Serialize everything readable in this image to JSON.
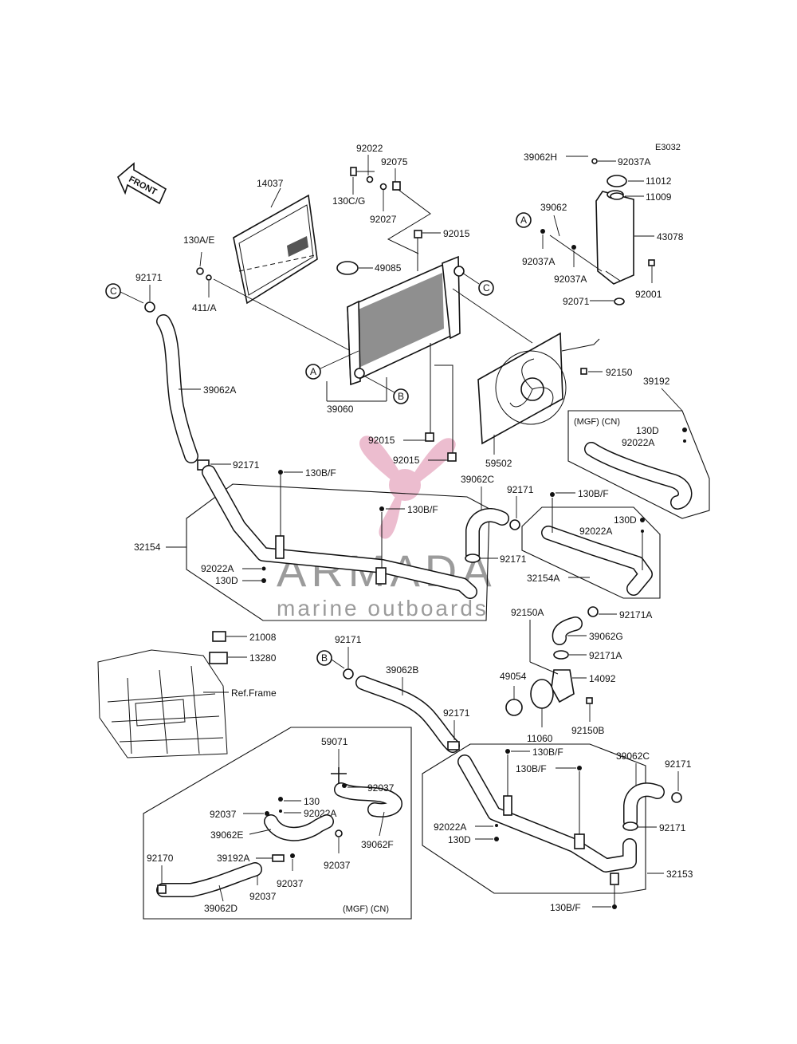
{
  "diagram_code": "E3032",
  "front_label": "FRONT",
  "ref_frame_label": "Ref.Frame",
  "variant_box_label": "(MGF) (CN)",
  "callouts": {
    "A": "A",
    "B": "B",
    "C": "C"
  },
  "watermark": {
    "brand": "ARMADA",
    "tagline": "marine outboards",
    "color": "#e6a7bf",
    "text_color": "#8a8a8a"
  },
  "labels": {
    "p14037": "14037",
    "p92022_top": "92022",
    "p92075": "92075",
    "p130CG": "130C/G",
    "p92027": "92027",
    "p92015_top": "92015",
    "p49085": "49085",
    "p130AE": "130A/E",
    "p411A": "411/A",
    "p92171_c": "92171",
    "p39062A": "39062A",
    "p39060": "39060",
    "p92015_mid": "92015",
    "p92015_low": "92015",
    "p59502": "59502",
    "p92150": "92150",
    "p39192": "39192",
    "p130D_mgf": "130D",
    "p92022A_mgf": "92022A",
    "p39062H": "39062H",
    "p92037A_top": "92037A",
    "p11012": "11012",
    "p11009": "11009",
    "p39062_tank": "39062",
    "p43078": "43078",
    "p92037A_left": "92037A",
    "p92037A_mid": "92037A",
    "p92001": "92001",
    "p92071": "92071",
    "p92171_hose": "92171",
    "p130BF_a": "130B/F",
    "p130BF_b": "130B/F",
    "p32154": "32154",
    "p92022A_l": "92022A",
    "p130D_l": "130D",
    "p39062C_top": "39062C",
    "p92171_r1": "92171",
    "p130BF_c": "130B/F",
    "p130D_r": "130D",
    "p92022A_r": "92022A",
    "p92171_r2": "92171",
    "p32154A": "32154A",
    "p92150A": "92150A",
    "p92171A_a": "92171A",
    "p39062G": "39062G",
    "p92171A_b": "92171A",
    "p14092": "14092",
    "p49054": "49054",
    "p11060": "11060",
    "p92150B": "92150B",
    "p21008": "21008",
    "p13280": "13280",
    "p92171_b": "92171",
    "p39062B": "39062B",
    "p92171_low": "92171",
    "p130BF_d": "130B/F",
    "p130BF_e": "130B/F",
    "p59071": "59071",
    "p92037_a": "92037",
    "p130": "130",
    "p92037_b": "92037",
    "p92022A_box": "92022A",
    "p39062E": "39062E",
    "p39062F": "39062F",
    "p92037_c": "92037",
    "p92170": "92170",
    "p39192A": "39192A",
    "p92037_d": "92037",
    "p92037_e": "92037",
    "p39062D": "39062D",
    "p39062C_low": "39062C",
    "p92171_low2": "92171",
    "p92022A_low": "92022A",
    "p92171_low3": "92171",
    "p130D_low": "130D",
    "p32153": "32153",
    "p130BF_f": "130B/F"
  }
}
